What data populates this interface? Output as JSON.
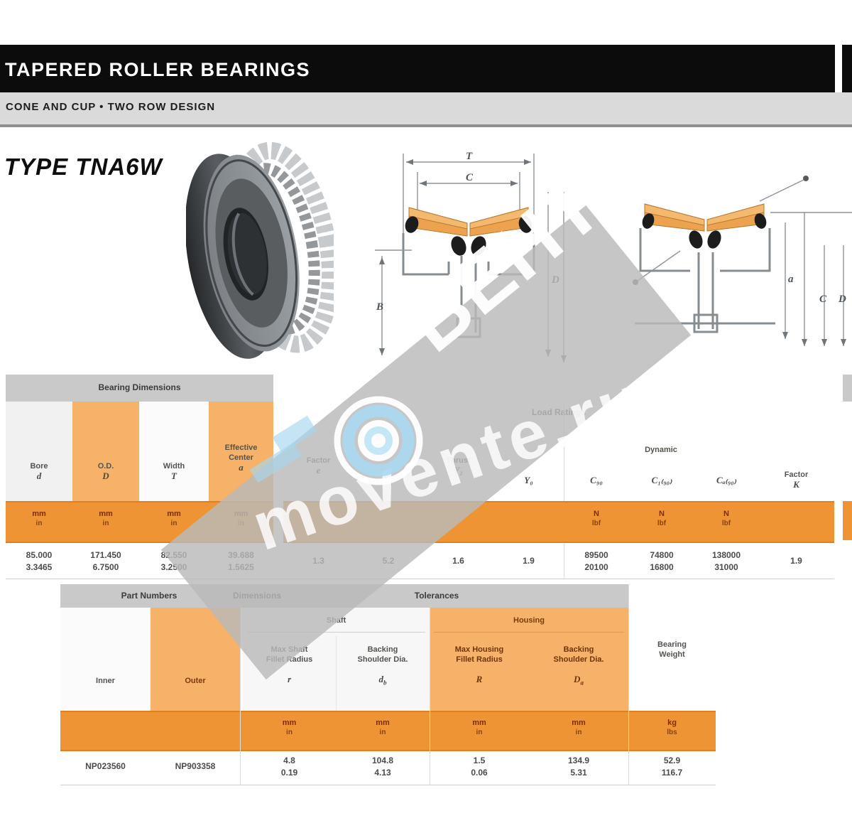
{
  "header": {
    "title": "TAPERED ROLLER BEARINGS",
    "subtitle": "CONE AND CUP • TWO ROW DESIGN"
  },
  "type_heading": "TYPE TNA6W",
  "watermark": {
    "brand": "ВЕНТ",
    "site": "movente.ru"
  },
  "diagram_mid": {
    "dim_top": "T",
    "dim_inner": "C",
    "dim_left": "B",
    "dim_right": "D"
  },
  "diagram_right": {
    "dim_a": "a",
    "dim_c": "C",
    "dim_d": "D"
  },
  "table1": {
    "group_dims": "Bearing Dimensions",
    "group_loads": "Load Ratings",
    "dims": [
      {
        "label": "Bore",
        "sym": "d",
        "v1": "85.000",
        "v2": "3.3465"
      },
      {
        "label": "O.D.",
        "sym": "D",
        "v1": "171.450",
        "v2": "6.7500"
      },
      {
        "label": "Width",
        "sym": "T",
        "v1": "82.550",
        "v2": "3.2500"
      },
      {
        "label": "Effective Center",
        "sym": "a",
        "v1": "39.688",
        "v2": "1.5625"
      }
    ],
    "factors": [
      {
        "label": "Factor",
        "sym": "e",
        "value": "1.3"
      },
      {
        "label": "",
        "sym": "Y₁",
        "value": "5.2"
      },
      {
        "label": "Thrust",
        "sym": "Y₂",
        "value": "1.6"
      },
      {
        "label": "",
        "sym": "Y₀",
        "value": "1.9"
      }
    ],
    "dynamic": {
      "group": "Dynamic",
      "cols": [
        {
          "sym": "C₉₀",
          "v1": "89500",
          "v2": "20100"
        },
        {
          "sym": "C₁₍₉₀₎",
          "v1": "74800",
          "v2": "16800"
        },
        {
          "sym": "Cₐ₍₉₀₎",
          "v1": "138000",
          "v2": "31000"
        }
      ]
    },
    "factor_k": {
      "label": "Factor",
      "sym": "K",
      "value": "1.9"
    },
    "units": {
      "mm": "mm",
      "in": "in",
      "n": "N",
      "lbf": "lbf"
    }
  },
  "table2": {
    "groups": [
      "Part Numbers",
      "Dimensions",
      "Tolerances"
    ],
    "part_cols": [
      {
        "label": "Inner",
        "value": "NP023560"
      },
      {
        "label": "Outer",
        "value": "NP903358"
      }
    ],
    "shaft": {
      "title": "Shaft",
      "cols": [
        {
          "l1": "Max Shaft",
          "l2": "Fillet Radius",
          "sym": "r",
          "sub": "",
          "v1": "4.8",
          "v2": "0.19"
        },
        {
          "l1": "Backing",
          "l2": "Shoulder Dia.",
          "sym": "d",
          "sub": "b",
          "v1": "104.8",
          "v2": "4.13"
        }
      ]
    },
    "housing": {
      "title": "Housing",
      "cols": [
        {
          "l1": "Max Housing",
          "l2": "Fillet Radius",
          "sym": "R",
          "sub": "",
          "v1": "1.5",
          "v2": "0.06"
        },
        {
          "l1": "Backing",
          "l2": "Shoulder Dia.",
          "sym": "D",
          "sub": "a",
          "v1": "134.9",
          "v2": "5.31"
        }
      ]
    },
    "weight": {
      "l1": "Bearing",
      "l2": "Weight",
      "u1": "kg",
      "u2": "lbs",
      "v1": "52.9",
      "v2": "116.7"
    },
    "units": {
      "mm": "mm",
      "in": "in"
    }
  }
}
